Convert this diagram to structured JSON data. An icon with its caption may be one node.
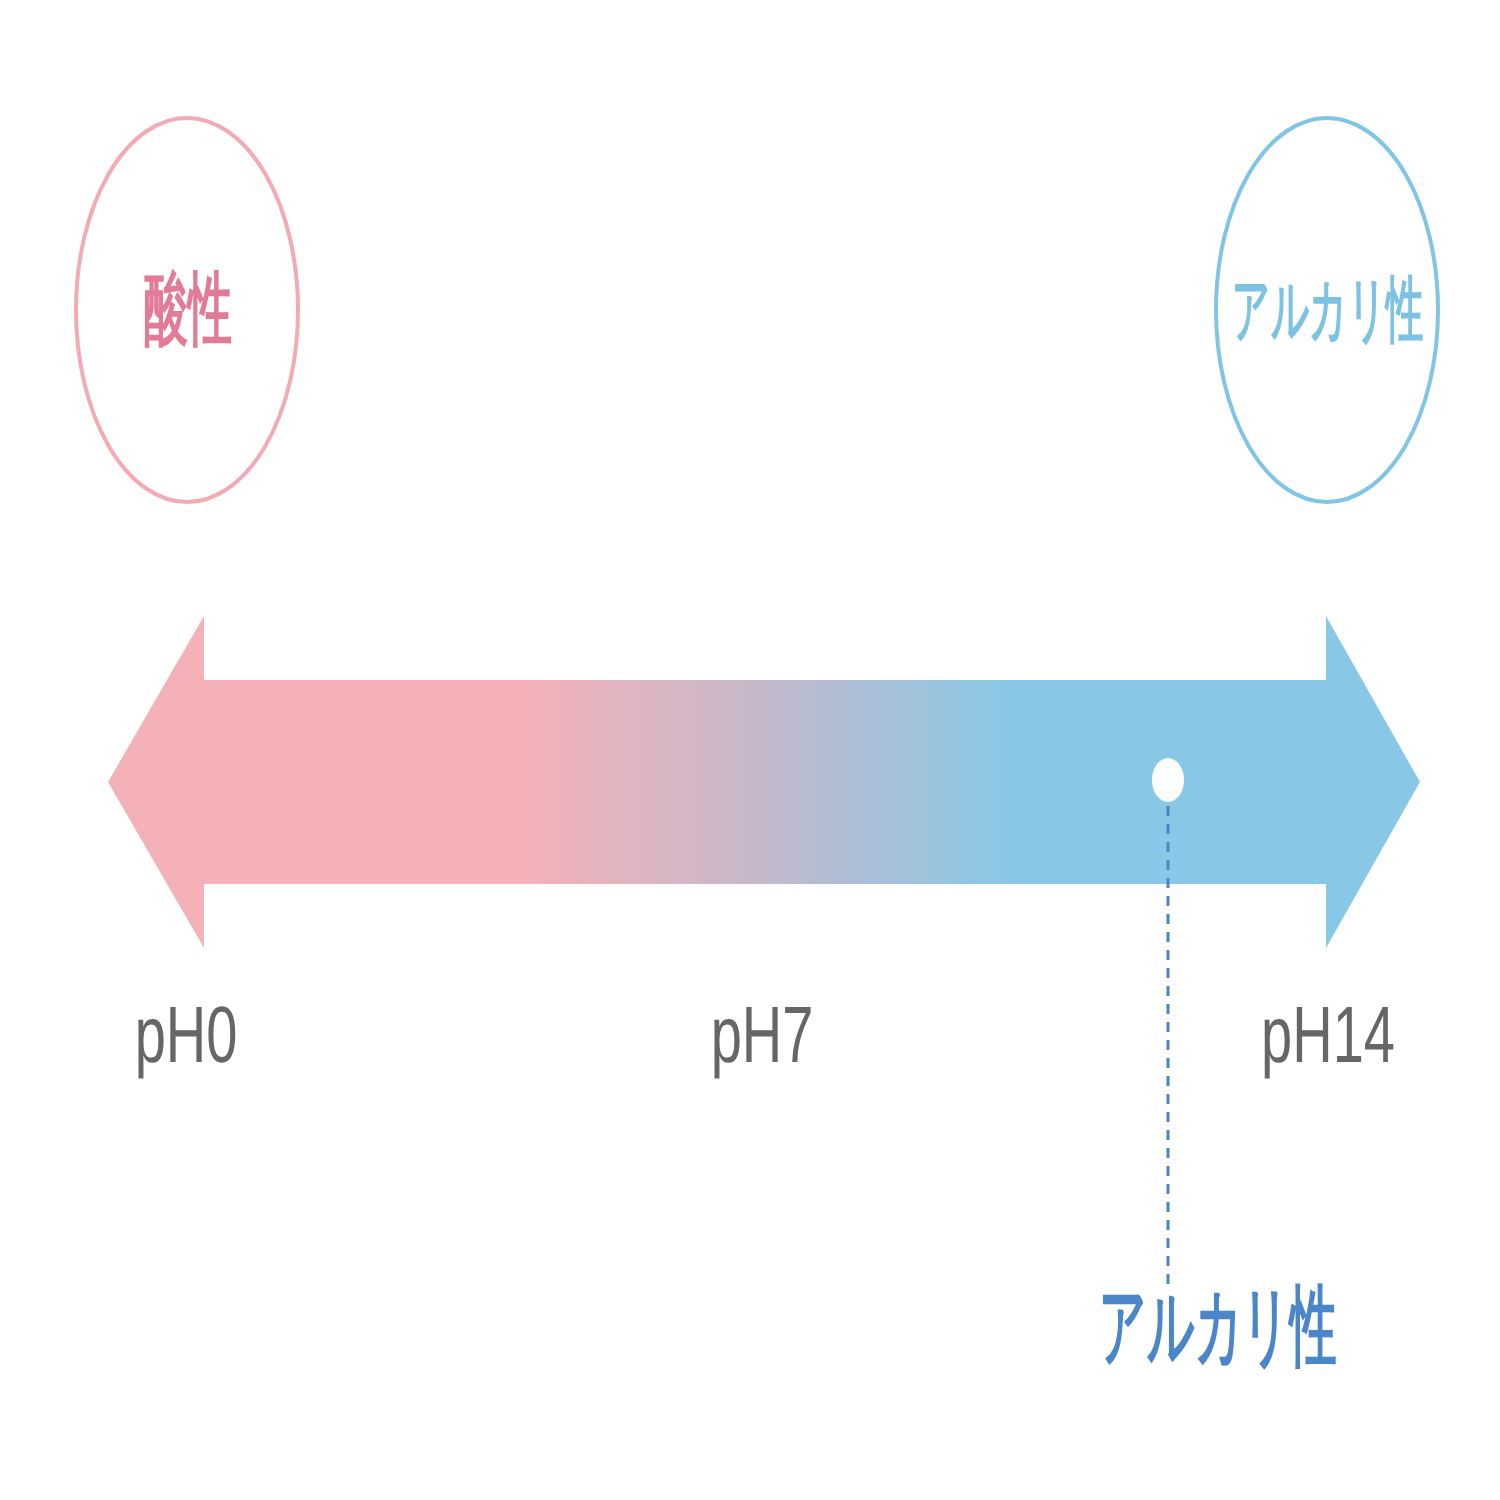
{
  "diagram": {
    "nodes": [
      {
        "text": [
          "酸性"
        ]
      },
      {
        "text": [
          "アルカリ性"
        ]
      },
      {
        "text": [],
        "shape": "circle"
      },
      {
        "text": [
          "アルカリ性"
        ]
      }
    ],
    "edges": [
      {
        "from": 3,
        "to": 2,
        "arrow": "none",
        "style": "dashed"
      }
    ],
    "labels": [
      "pH0",
      "pH7",
      "pH14"
    ]
  }
}
